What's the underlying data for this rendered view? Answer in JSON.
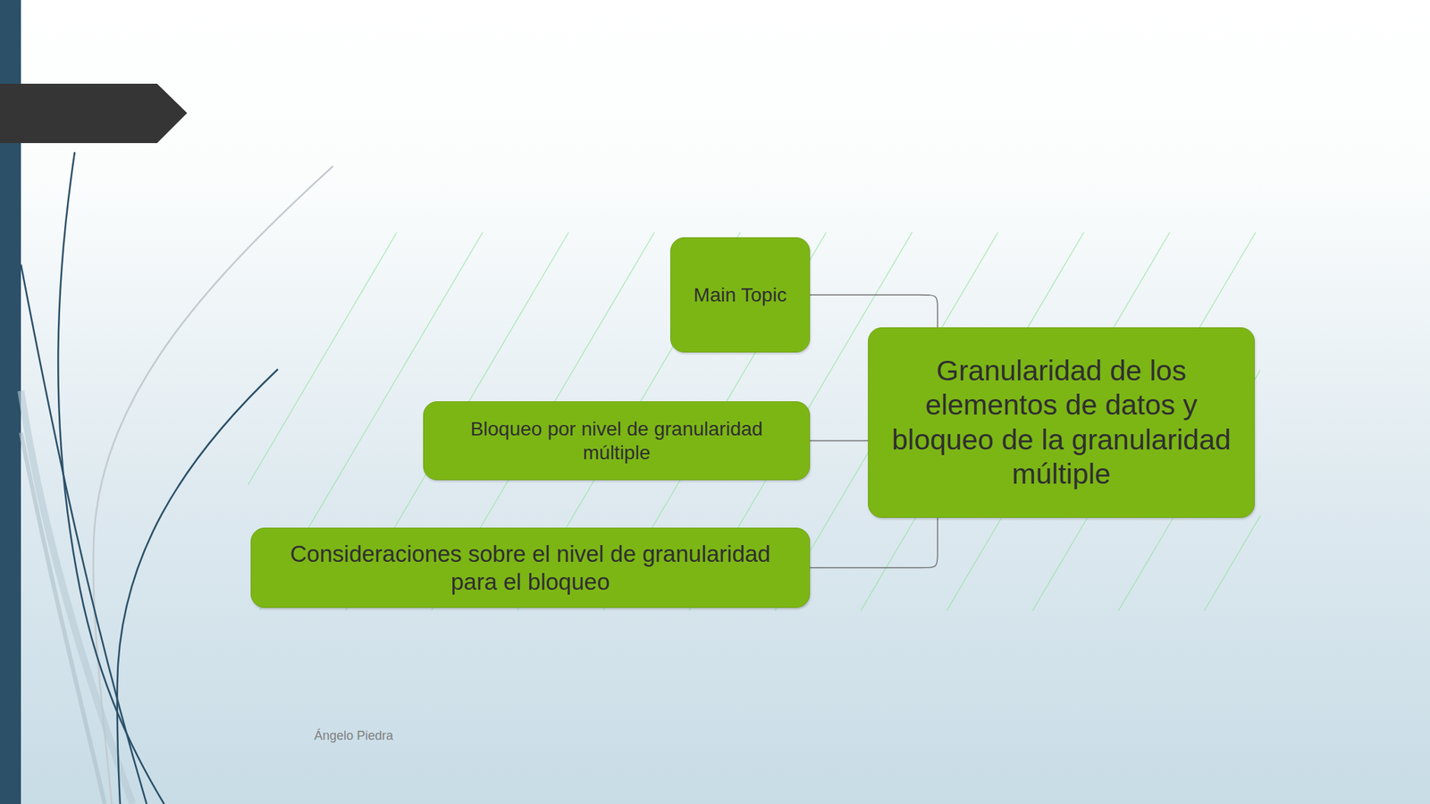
{
  "diagram": {
    "nodes": [
      {
        "text": [
          "Main Topic"
        ]
      },
      {
        "text": [
          "Granularidad de los elementos de datos y bloqueo de la granularidad múltiple"
        ]
      },
      {
        "text": [
          "Bloqueo por nivel de granularidad múltiple"
        ]
      },
      {
        "text": [
          "Consideraciones sobre el nivel de granularidad para el bloqueo"
        ]
      }
    ],
    "edges": [
      {
        "from": 1,
        "to": 0,
        "arrow": "none"
      },
      {
        "from": 1,
        "to": 2,
        "arrow": "none"
      },
      {
        "from": 1,
        "to": 3,
        "arrow": "none"
      }
    ],
    "labels": [
      "Ángelo Piedra"
    ]
  }
}
